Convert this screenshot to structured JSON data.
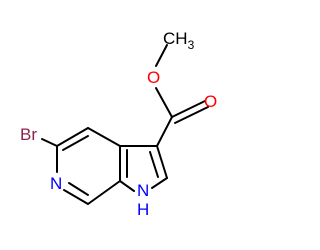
{
  "molecule": {
    "atoms": {
      "methyl": {
        "text": "CH",
        "sub": "3",
        "color": "#000000"
      },
      "ester_o": {
        "text": "O",
        "color": "#ff0000"
      },
      "carbonyl_o": {
        "text": "O",
        "color": "#ff0000"
      },
      "bromine": {
        "text": "Br",
        "color": "#8b2252"
      },
      "pyridine_n": {
        "text": "N",
        "color": "#0000ff"
      },
      "pyrrole_nh": {
        "text": "N",
        "color": "#0000ff"
      },
      "pyrrole_h": {
        "text": "H",
        "color": "#0000ff"
      }
    },
    "colors": {
      "bond": "#000000",
      "background": "#ffffff"
    }
  }
}
